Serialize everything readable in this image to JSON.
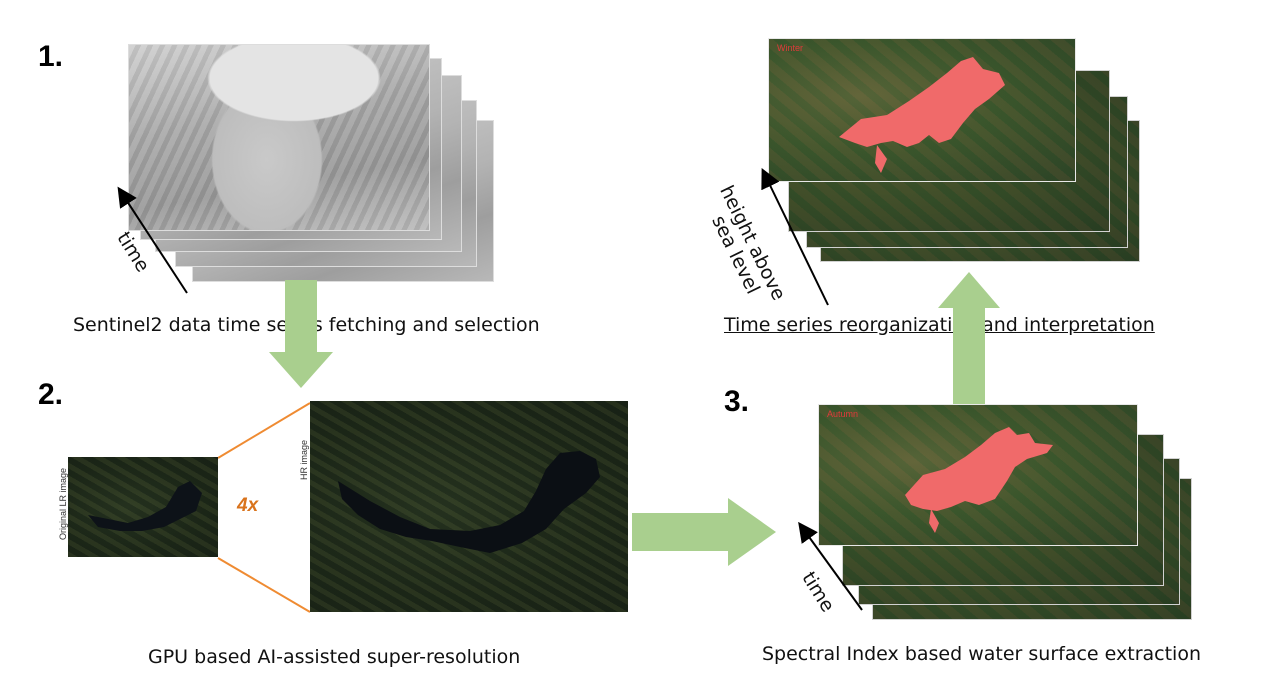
{
  "steps": {
    "s1": {
      "number": "1.",
      "caption": "Sentinel2 data time series fetching and selection",
      "axis": "time"
    },
    "s2": {
      "number": "2.",
      "caption": "GPU based AI-assisted super-resolution",
      "lr_label": "Original LR image",
      "hr_label": "HR image",
      "factor": "4x"
    },
    "s3": {
      "number": "3.",
      "caption": "Spectral Index based water surface extraction",
      "axis": "time",
      "frame_label": "Autumn"
    },
    "s4": {
      "caption": "Time series reorganization and interpretation",
      "axis_line1": "height above",
      "axis_line2": "sea level",
      "frame_label": "Winter"
    }
  },
  "colors": {
    "arrow_green": "#a9cf8e",
    "zoom_lines": "#ef8b32",
    "factor_text": "#d9731c",
    "water_mask": "#f06a6a",
    "frame_label": "#e03a3a"
  }
}
